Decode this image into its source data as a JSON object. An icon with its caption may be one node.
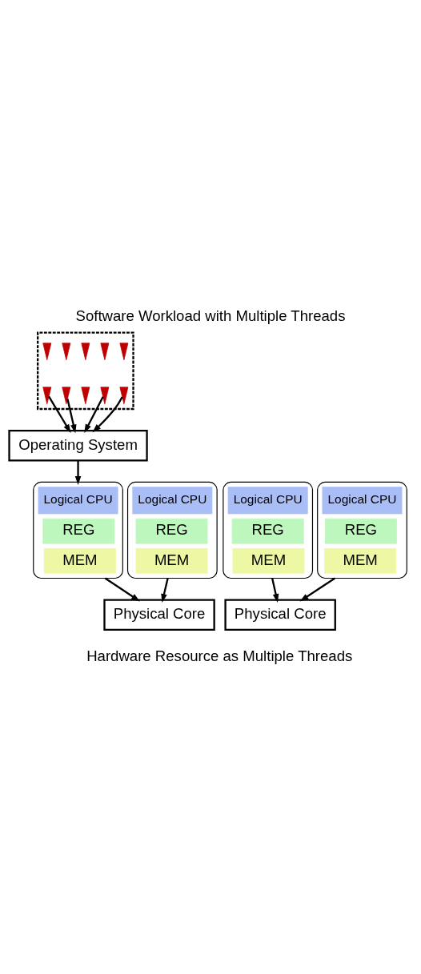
{
  "diagram": {
    "title": "Software Workload with Multiple Threads",
    "caption": "Hardware Resource as Multiple Threads",
    "nodes": [
      {
        "text": [],
        "shape": "box"
      },
      {
        "text": [],
        "shape": "squiggle",
        "in": 0
      },
      {
        "text": [],
        "shape": "squiggle",
        "in": 0
      },
      {
        "text": [],
        "shape": "squiggle",
        "in": 0
      },
      {
        "text": [],
        "shape": "squiggle",
        "in": 0
      },
      {
        "text": [],
        "shape": "squiggle",
        "in": 0
      },
      {
        "text": [],
        "shape": "squiggle",
        "in": 0
      },
      {
        "text": [],
        "shape": "squiggle",
        "in": 0
      },
      {
        "text": [],
        "shape": "squiggle",
        "in": 0
      },
      {
        "text": [],
        "shape": "squiggle",
        "in": 0
      },
      {
        "text": [],
        "shape": "squiggle",
        "in": 0
      },
      {
        "text": [
          "Operating System"
        ]
      },
      {
        "text": [],
        "shape": "box"
      },
      {
        "text": [
          "Logical CPU"
        ],
        "in": 12
      },
      {
        "text": [
          "REG"
        ],
        "in": 12
      },
      {
        "text": [
          "MEM"
        ],
        "in": 12
      },
      {
        "text": [],
        "shape": "box"
      },
      {
        "text": [
          "Logical CPU"
        ],
        "in": 16
      },
      {
        "text": [
          "REG"
        ],
        "in": 16
      },
      {
        "text": [
          "MEM"
        ],
        "in": 16
      },
      {
        "text": [],
        "shape": "box"
      },
      {
        "text": [
          "Logical CPU"
        ],
        "in": 20
      },
      {
        "text": [
          "REG"
        ],
        "in": 20
      },
      {
        "text": [
          "MEM"
        ],
        "in": 20
      },
      {
        "text": [],
        "shape": "box"
      },
      {
        "text": [
          "Logical CPU"
        ],
        "in": 24
      },
      {
        "text": [
          "REG"
        ],
        "in": 24
      },
      {
        "text": [
          "MEM"
        ],
        "in": 24
      },
      {
        "text": [
          "Physical Core"
        ]
      },
      {
        "text": [
          "Physical Core"
        ]
      }
    ],
    "edges": [
      {
        "from": 6,
        "to": 11,
        "arrow": "to"
      },
      {
        "from": 7,
        "to": 11,
        "arrow": "to"
      },
      {
        "from": 9,
        "to": 11,
        "arrow": "to"
      },
      {
        "from": 10,
        "to": 11,
        "arrow": "to"
      },
      {
        "from": 11,
        "to": 20,
        "arrow": "to"
      },
      {
        "from": 12,
        "to": 28,
        "arrow": "to"
      },
      {
        "from": 16,
        "to": 28,
        "arrow": "to"
      },
      {
        "from": 20,
        "to": 29,
        "arrow": "to"
      },
      {
        "from": 24,
        "to": 29,
        "arrow": "to"
      }
    ]
  }
}
